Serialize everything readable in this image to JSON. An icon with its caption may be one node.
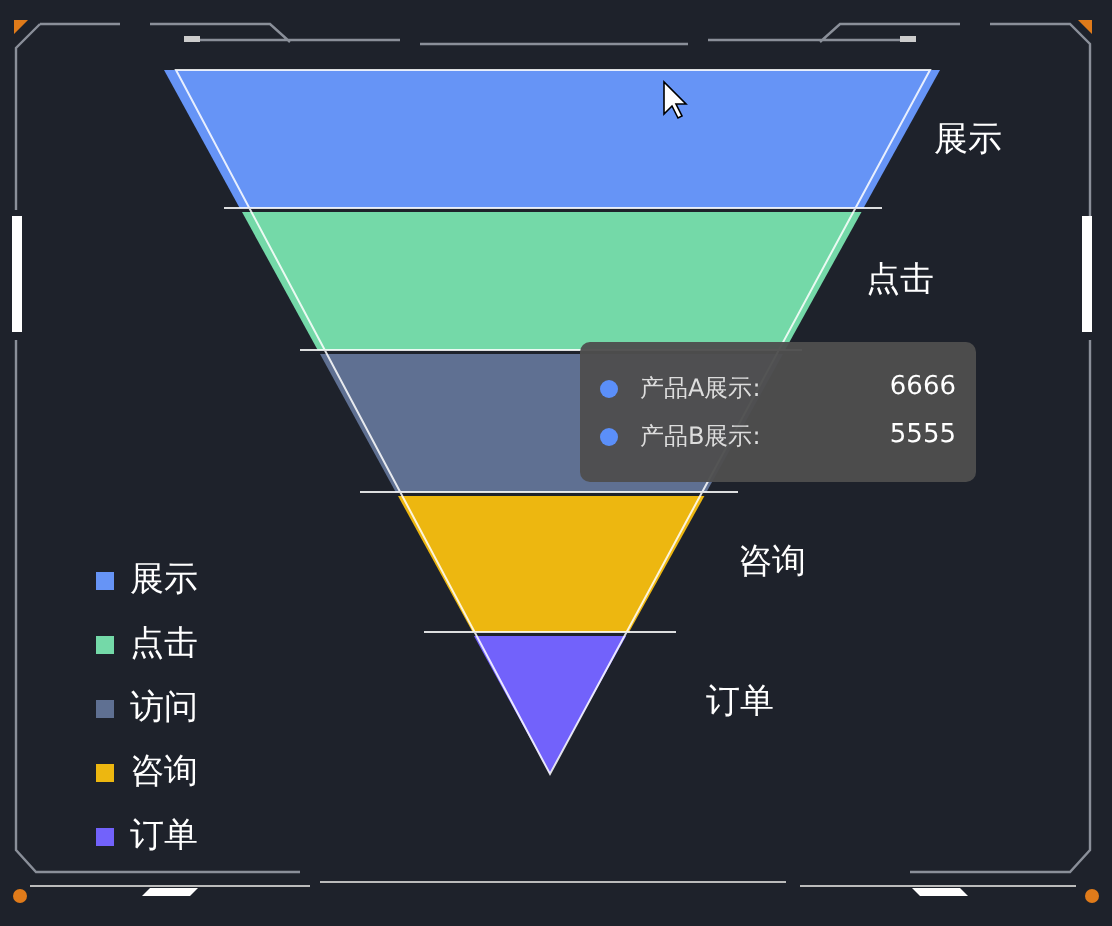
{
  "diagram": {
    "nodes": [
      {
        "text": [],
        "shape": "trapezoid",
        "beside": [
          "展示"
        ]
      },
      {
        "text": [],
        "shape": "trapezoid",
        "beside": [
          "点击"
        ]
      },
      {
        "text": [],
        "shape": "trapezoid"
      },
      {
        "text": [],
        "shape": "trapezoid",
        "beside": [
          "咨询"
        ]
      },
      {
        "text": [],
        "shape": "triangle",
        "beside": [
          "订单"
        ]
      },
      {
        "text": [
          "产品A展示:",
          "6666",
          "产品B展示:",
          "5555"
        ]
      }
    ],
    "edges": [],
    "legend": [
      {
        "text": "展示",
        "color": "#6694f6"
      },
      {
        "text": "点击",
        "color": "#74d9a8"
      },
      {
        "text": "访问",
        "color": "#5f7092"
      },
      {
        "text": "咨询",
        "color": "#edb710"
      },
      {
        "text": "订单",
        "color": "#7262fb"
      }
    ]
  }
}
